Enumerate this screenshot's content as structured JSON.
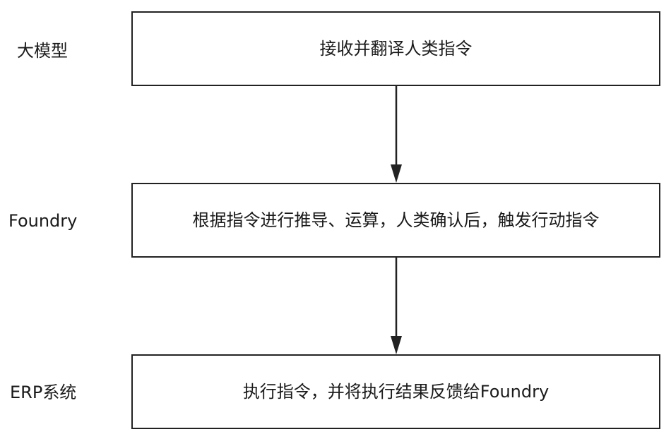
{
  "lanes": [
    {
      "label": "大模型",
      "step": "接收并翻译人类指令"
    },
    {
      "label": "Foundry",
      "step": "根据指令进行推导、运算，人类确认后，触发行动指令"
    },
    {
      "label": "ERP系统",
      "step": "执行指令，并将执行结果反馈给Foundry"
    }
  ],
  "colors": {
    "line": "#222222",
    "text": "#1a1a1a",
    "background": "#ffffff"
  }
}
